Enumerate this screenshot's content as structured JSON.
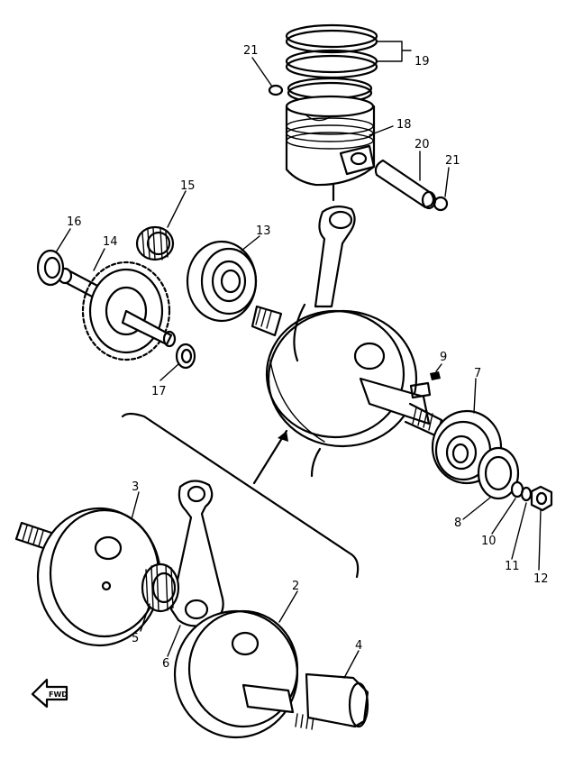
{
  "parts": {
    "p2": "2",
    "p3": "3",
    "p4": "4",
    "p5": "5",
    "p6": "6",
    "p7": "7",
    "p8": "8",
    "p9": "9",
    "p10": "10",
    "p11": "11",
    "p12": "12",
    "p13": "13",
    "p14": "14",
    "p15": "15",
    "p16": "16",
    "p17": "17",
    "p18": "18",
    "p19": "19",
    "p20": "20",
    "p21a": "21",
    "p21b": "21"
  },
  "fwd_label": "FWD"
}
